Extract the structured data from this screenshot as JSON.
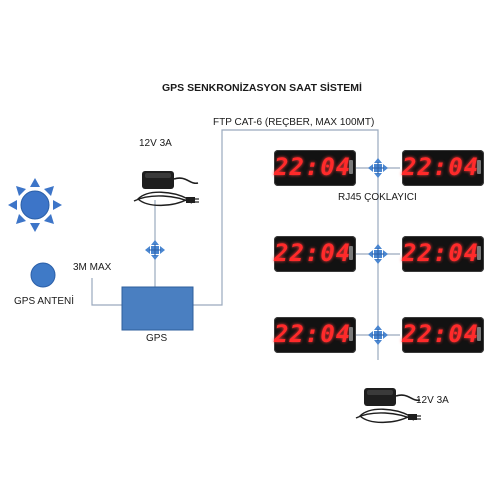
{
  "title": "GPS SENKRONİZASYON SAAT SİSTEMİ",
  "labels": {
    "cable": "FTP CAT-6 (REÇBER, MAX 100MT)",
    "psu_top": "12V 3A",
    "psu_bottom": "12V 3A",
    "rj45": "RJ45 ÇOKLAYICI",
    "cable_length": "3M MAX",
    "antenna": "GPS ANTENİ",
    "gps": "GPS"
  },
  "clocks": [
    "22:04",
    "22:04",
    "22:04",
    "22:04",
    "22:04",
    "22:04"
  ],
  "colors": {
    "box": "#4a7fc1",
    "line": "#9aa9bd",
    "digits": "#ff2a2a",
    "clock_bg": "#121212",
    "sun": "#3d75c8",
    "antenna": "#3f7ac7",
    "splitter": "#4a86d0"
  },
  "icons": [
    "sun-icon",
    "power-adapter-icon",
    "rj45-splitter-icon"
  ]
}
